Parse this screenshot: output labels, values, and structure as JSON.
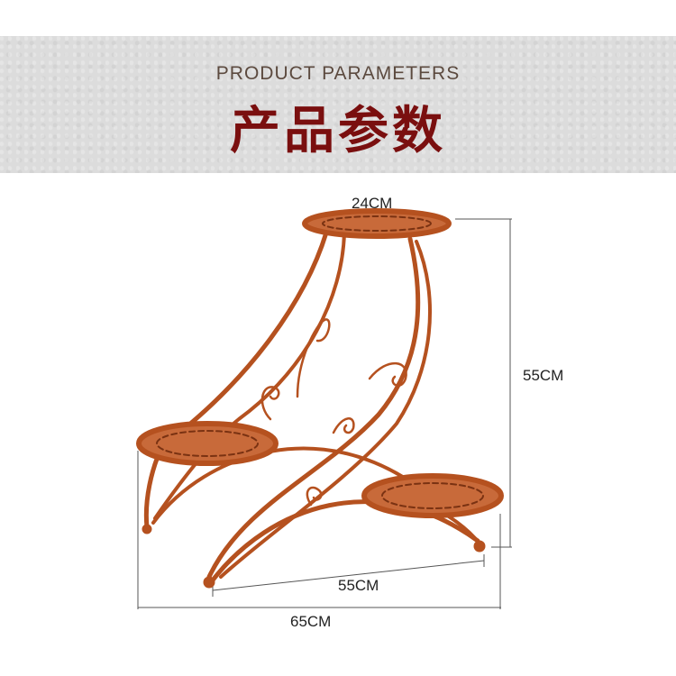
{
  "header": {
    "subtitle": "PRODUCT PARAMETERS",
    "title": "产品参数"
  },
  "dimensions": {
    "top_tray_diameter": "24CM",
    "height": "55CM",
    "base_diagonal": "55CM",
    "overall_width": "65CM"
  },
  "colors": {
    "banner": "#dcdcdc",
    "title": "#7a0f0f",
    "metal": "#b5511f",
    "metal_dark": "#7a3212",
    "dimension_line": "#555555"
  }
}
